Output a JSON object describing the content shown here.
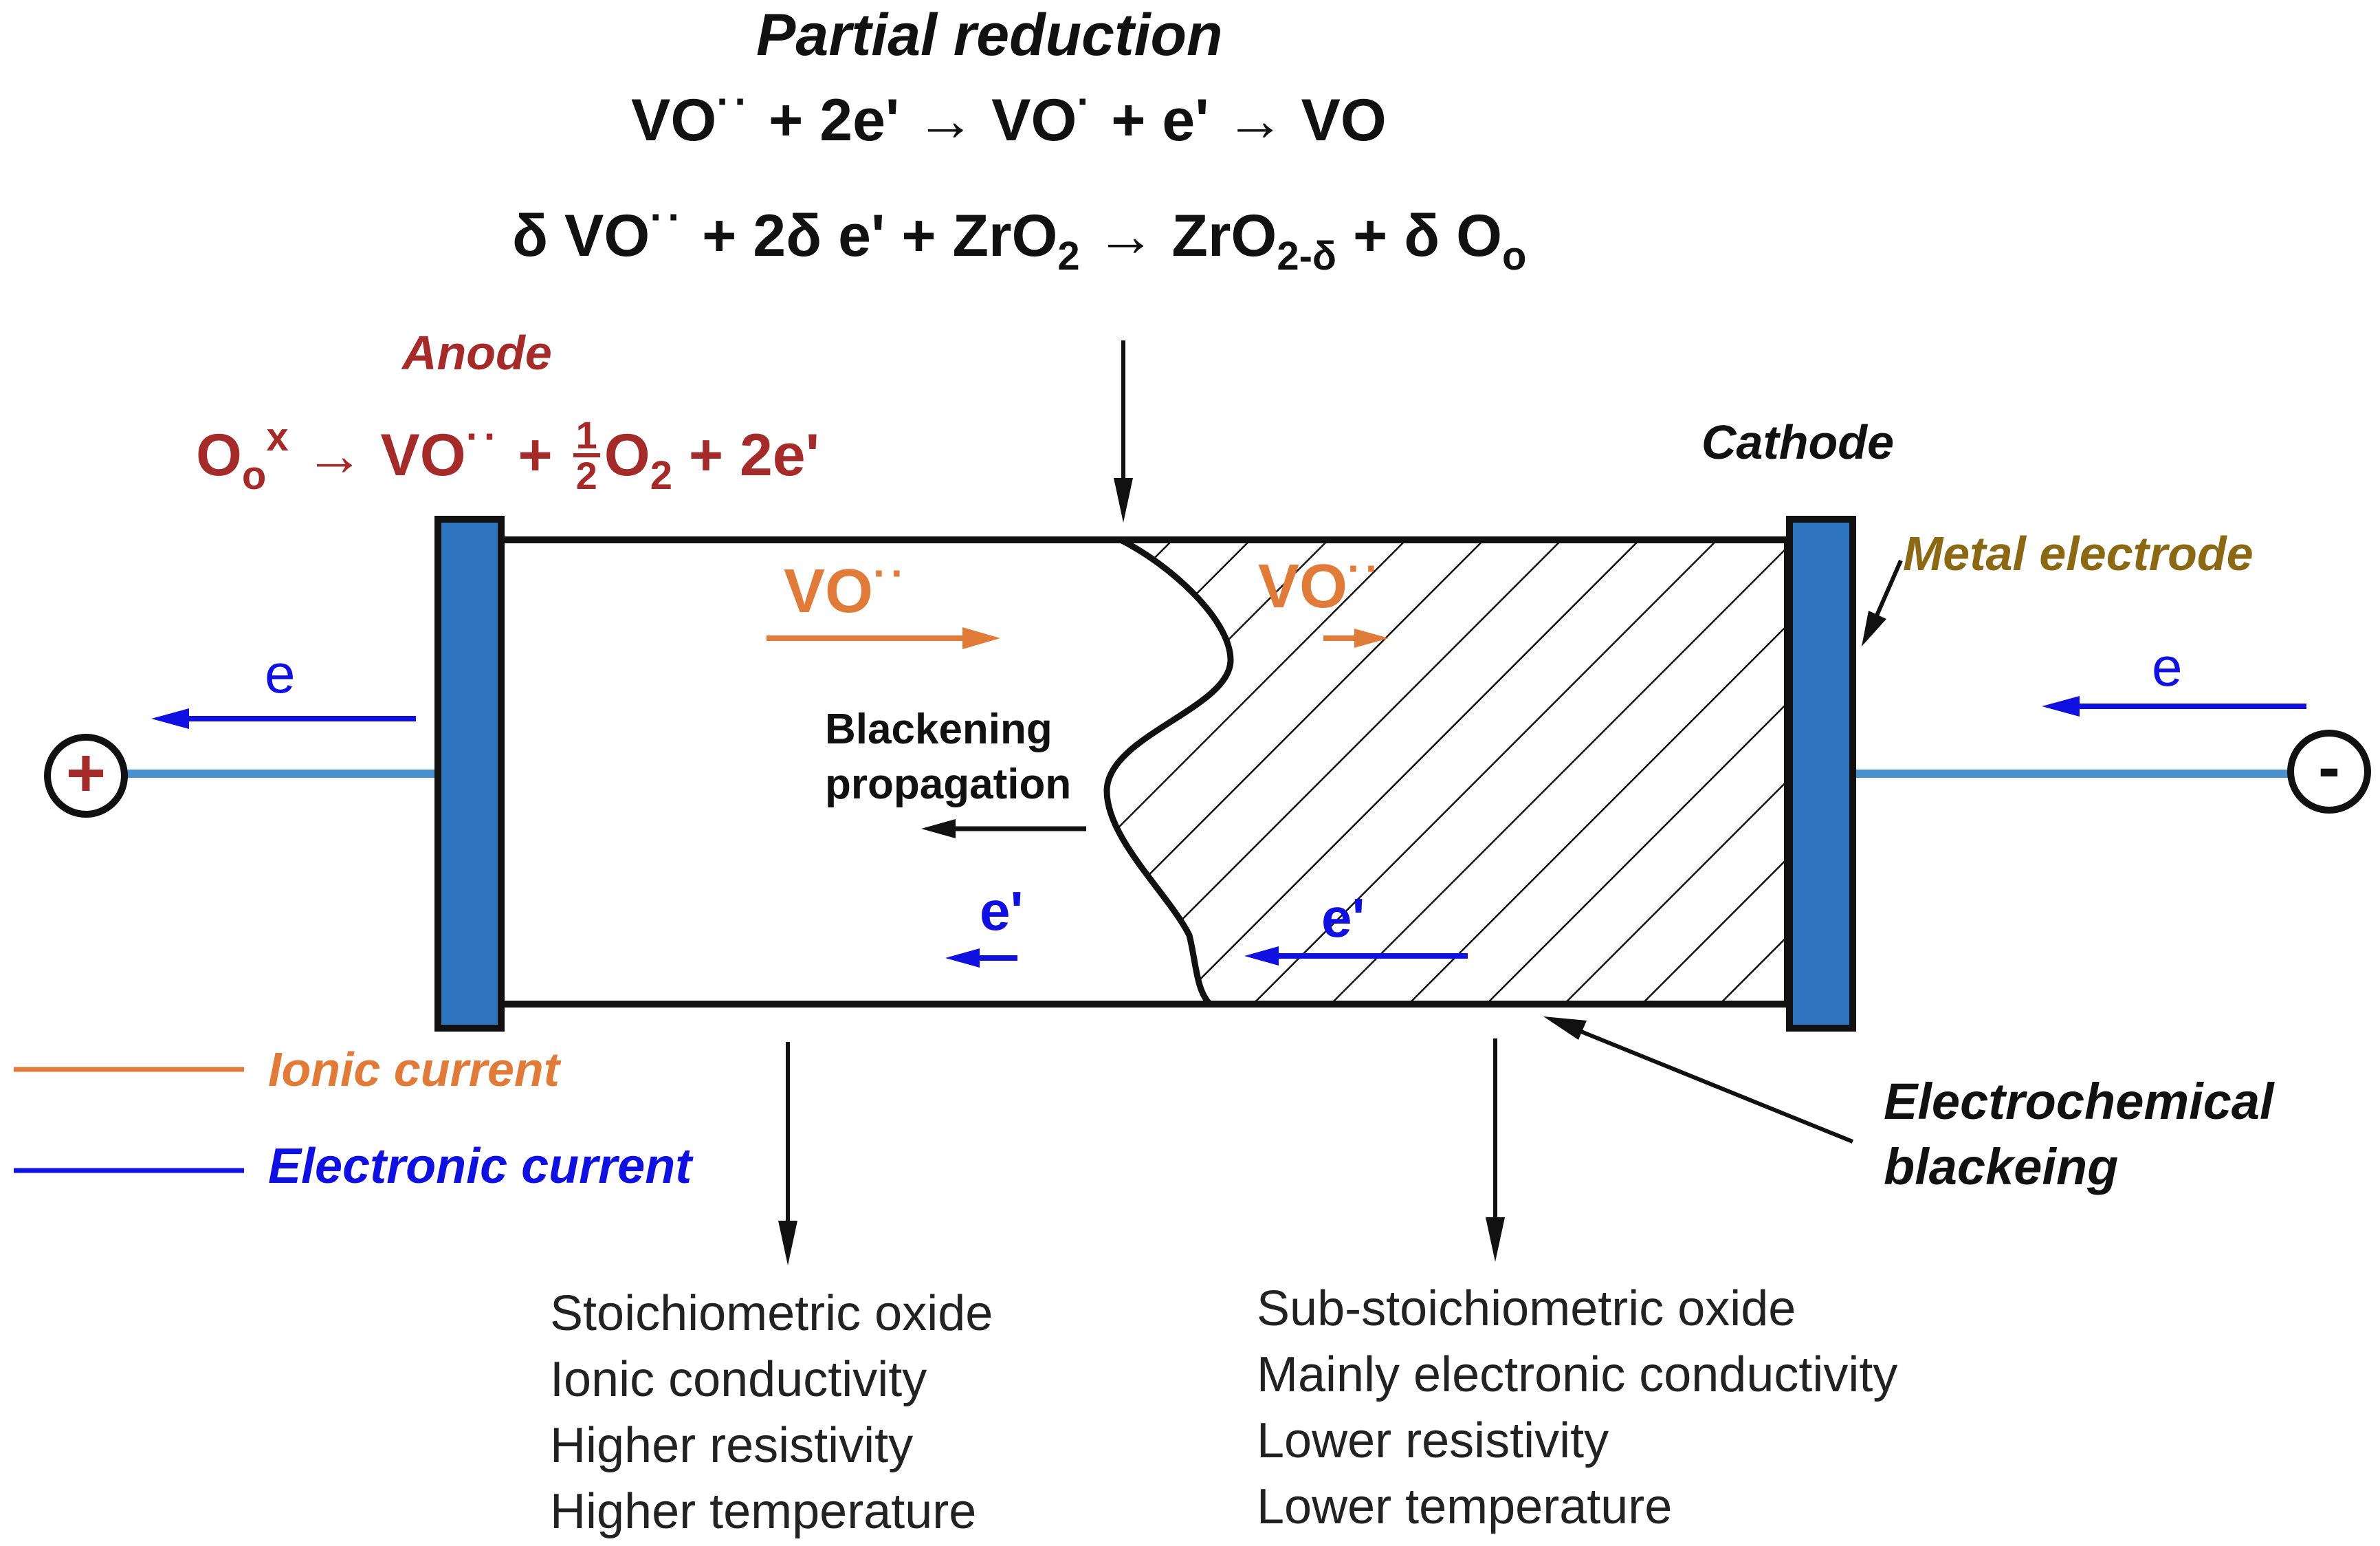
{
  "colors": {
    "anode_red": "#a52a2a",
    "ionic_orange": "#e07b39",
    "electronic_blue": "#1010e0",
    "electrode_blue": "#2f74bf",
    "wire_blue": "#4a90d0",
    "metal_label": "#8b6914",
    "ink": "#111111"
  },
  "top": {
    "title": "Partial reduction",
    "eq1": {
      "a": "VO",
      "a_charge": "··",
      "b": " + 2e' → VO",
      "b_charge": "·",
      "c": " + e' → VO"
    },
    "eq2": {
      "a": "δ  VO",
      "a_charge": "··",
      "b": " + 2δ  e' + ZrO",
      "b_sub": "2",
      "c": " → ZrO",
      "c_sub": "2-δ",
      "d": " + δ O",
      "d_sub": "o"
    }
  },
  "anode": {
    "label": "Anode",
    "eq": {
      "a": "O",
      "a_sub": "o",
      "a_sup": "x",
      "arrow": " →  VO",
      "charge": "··",
      "plus": " + ",
      "frac_num": "1",
      "frac_den": "2",
      "o2": "O",
      "o2_sub": "2",
      "rest": " + 2e'"
    }
  },
  "cathode": {
    "label": "Cathode"
  },
  "metal_electrode": {
    "label": "Metal electrode"
  },
  "terminals": {
    "positive": "+",
    "negative": "-"
  },
  "inside": {
    "vo_left": "VO",
    "vo_left_charge": "··",
    "vo_right": "VO",
    "vo_right_charge": "··",
    "blackening_line1": "Blackening",
    "blackening_line2": "propagation",
    "e_prime_left": "e'",
    "e_prime_right": "e'"
  },
  "wires": {
    "e_left": "e",
    "e_right": "e"
  },
  "legend": {
    "ionic": "Ionic current",
    "electronic": "Electronic current"
  },
  "electrochemical": {
    "line1": "Electrochemical",
    "line2": "blackeing"
  },
  "left_desc": [
    "Stoichiometric oxide",
    "Ionic conductivity",
    "Higher resistivity",
    "Higher temperature"
  ],
  "right_desc": [
    "Sub-stoichiometric oxide",
    "Mainly electronic conductivity",
    "Lower resistivity",
    "Lower temperature"
  ]
}
